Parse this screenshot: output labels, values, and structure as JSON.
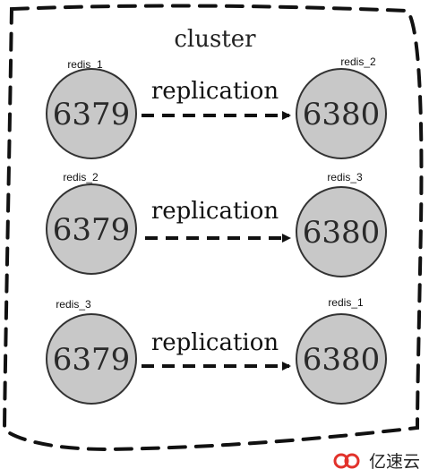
{
  "cluster": {
    "title": "cluster",
    "border_color": "#111111",
    "node_fill": "#c8c8c8",
    "node_stroke": "#333333",
    "arrow_color": "#111111"
  },
  "replications": [
    {
      "source": {
        "label": "redis_1",
        "port": "6379"
      },
      "relation": "replication",
      "target": {
        "label": "redis_2",
        "port": "6380"
      }
    },
    {
      "source": {
        "label": "redis_2",
        "port": "6379"
      },
      "relation": "replication",
      "target": {
        "label": "redis_3",
        "port": "6380"
      }
    },
    {
      "source": {
        "label": "redis_3",
        "port": "6379"
      },
      "relation": "replication",
      "target": {
        "label": "redis_1",
        "port": "6380"
      }
    }
  ],
  "watermark": {
    "text": "亿速云",
    "icon": "yisu-cloud-logo-icon",
    "color": "#e2322b"
  }
}
